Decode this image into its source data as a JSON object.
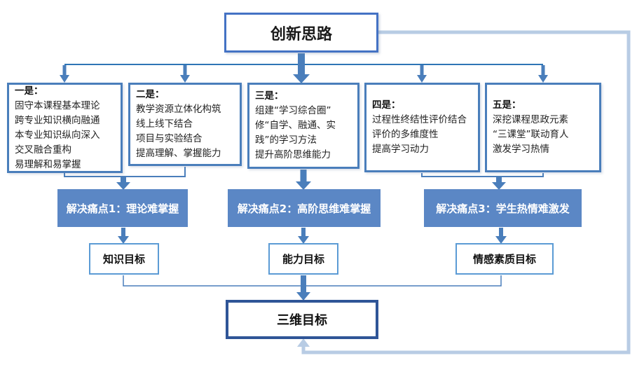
{
  "title": {
    "label": "创新思路"
  },
  "columns": [
    {
      "heading": "一是：",
      "lines": [
        "固守本课程基本理论",
        "跨专业知识横向融通",
        "本专业知识纵向深入",
        "交叉融合重构",
        "易理解和易掌握"
      ]
    },
    {
      "heading": "二是：",
      "lines": [
        "教学资源立体化构筑",
        "线上线下结合",
        "项目与实验结合",
        "提高理解、掌握能力"
      ]
    },
    {
      "heading": "三是：",
      "lines": [
        "组建“学习综合圈”",
        "修“自学、融通、实践”的学习方法",
        "提升高阶思维能力"
      ]
    },
    {
      "heading": "四是：",
      "lines": [
        "过程性终结性评价结合",
        "评价的多维度性",
        "提高学习动力"
      ]
    },
    {
      "heading": "五是：",
      "lines": [
        "深挖课程思政元素",
        "“三课堂”联动育人",
        "激发学习热情"
      ]
    }
  ],
  "pain_points": [
    {
      "label": "解决痛点1：理论难掌握"
    },
    {
      "label": "解决痛点2：高阶思维难掌握"
    },
    {
      "label": "解决痛点3：学生热情难激发"
    }
  ],
  "goals": [
    {
      "label": "知识目标"
    },
    {
      "label": "能力目标"
    },
    {
      "label": "情感素质目标"
    }
  ],
  "final_goal": {
    "label": "三维目标"
  },
  "colors": {
    "box_border": "#4a7ebb",
    "title_border": "#4472c4",
    "final_border": "#2f5597",
    "pain_fill": "#5b87c5",
    "pain_text": "#ffffff",
    "connector": "#4a7ebb",
    "connector_dark": "#2e75b6",
    "feedback_line": "#b8cce4"
  }
}
